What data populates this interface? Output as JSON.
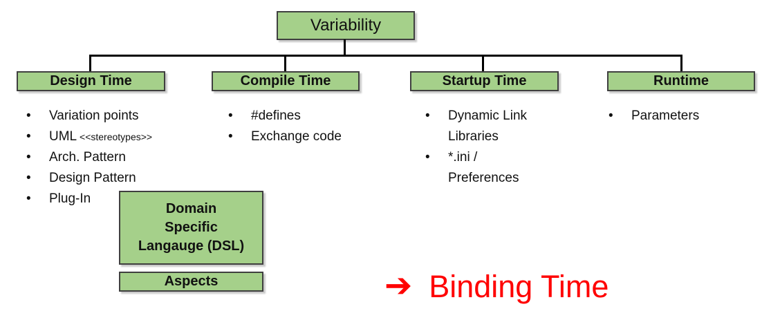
{
  "diagram": {
    "root": {
      "label": "Variability"
    },
    "branches": [
      {
        "label": "Design Time",
        "items": [
          {
            "text": "Variation points"
          },
          {
            "text": "UML",
            "small": "<<stereotypes>>"
          },
          {
            "text": "Arch. Pattern"
          },
          {
            "text": "Design Pattern"
          },
          {
            "text": "Plug-In"
          }
        ]
      },
      {
        "label": "Compile Time",
        "items": [
          {
            "text": "#defines"
          },
          {
            "text": "Exchange code"
          }
        ]
      },
      {
        "label": "Startup Time",
        "items": [
          {
            "text": "Dynamic Link Libraries"
          },
          {
            "text": "*.ini / Preferences"
          }
        ]
      },
      {
        "label": "Runtime",
        "items": [
          {
            "text": "Parameters"
          }
        ]
      }
    ],
    "dsl_box": {
      "label": "Domain\nSpecific\nLangauge (DSL)"
    },
    "aspects_box": {
      "label": "Aspects"
    },
    "annotation": {
      "arrow": "➔",
      "label": "Binding Time"
    },
    "colors": {
      "box_fill": "#a5d08a",
      "box_border": "#3f3f3f",
      "connector": "#000000",
      "annotation_red": "#ff0000"
    }
  }
}
